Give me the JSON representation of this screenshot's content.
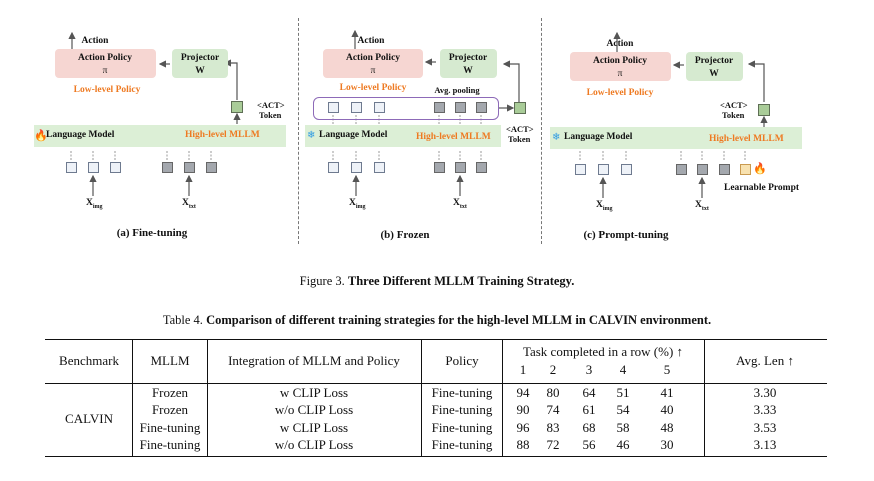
{
  "figure": {
    "panels": [
      {
        "id": "a",
        "action": "Action",
        "action_policy": "Action Policy",
        "pi": "π",
        "projector": "Projector",
        "w": "W",
        "low_level": "Low-level Policy",
        "act_token": "<ACT>",
        "token": "Token",
        "language_model": "Language Model",
        "high_level": "High-level MLLM",
        "x_img": "X",
        "x_img_sub": "img",
        "x_txt": "X",
        "x_txt_sub": "txt",
        "caption": "(a) Fine-tuning",
        "lm_state_icon": "fire-icon"
      },
      {
        "id": "b",
        "action": "Action",
        "action_policy": "Action Policy",
        "pi": "π",
        "projector": "Projector",
        "w": "W",
        "low_level": "Low-level Policy",
        "avg_pooling": "Avg. pooling",
        "act_token": "<ACT>",
        "token": "Token",
        "language_model": "Language Model",
        "high_level": "High-level MLLM",
        "x_img": "X",
        "x_img_sub": "img",
        "x_txt": "X",
        "x_txt_sub": "txt",
        "caption": "(b) Frozen",
        "lm_state_icon": "snowflake-icon"
      },
      {
        "id": "c",
        "action": "Action",
        "action_policy": "Action Policy",
        "pi": "π",
        "projector": "Projector",
        "w": "W",
        "low_level": "Low-level Policy",
        "act_token": "<ACT>",
        "token": "Token",
        "language_model": "Language Model",
        "high_level": "High-level MLLM",
        "x_img": "X",
        "x_img_sub": "img",
        "x_txt": "X",
        "x_txt_sub": "txt",
        "learnable_prompt": "Learnable Prompt",
        "caption": "(c) Prompt-tuning",
        "lm_state_icon": "snowflake-icon"
      }
    ],
    "caption_prefix": "Figure 3.",
    "caption_text": "Three Different MLLM Training Strategy."
  },
  "table": {
    "caption_prefix": "Table 4.",
    "caption_text": "Comparison of different training strategies for the high-level MLLM in CALVIN environment.",
    "headers": {
      "benchmark": "Benchmark",
      "mllm": "MLLM",
      "integration": "Integration of MLLM and Policy",
      "policy": "Policy",
      "task_completed": "Task completed in a row (%) ↑",
      "task_cols": [
        "1",
        "2",
        "3",
        "4",
        "5"
      ],
      "avg_len": "Avg. Len ↑"
    },
    "benchmark_value": "CALVIN",
    "rows": [
      {
        "mllm": "Frozen",
        "integration": "w CLIP Loss",
        "policy": "Fine-tuning",
        "tasks": [
          "94",
          "80",
          "64",
          "51",
          "41"
        ],
        "avg_len": "3.30"
      },
      {
        "mllm": "Frozen",
        "integration": "w/o CLIP Loss",
        "policy": "Fine-tuning",
        "tasks": [
          "90",
          "74",
          "61",
          "54",
          "40"
        ],
        "avg_len": "3.33"
      },
      {
        "mllm": "Fine-tuning",
        "integration": "w CLIP Loss",
        "policy": "Fine-tuning",
        "tasks": [
          "96",
          "83",
          "68",
          "58",
          "48"
        ],
        "avg_len": "3.53"
      },
      {
        "mllm": "Fine-tuning",
        "integration": "w/o CLIP Loss",
        "policy": "Fine-tuning",
        "tasks": [
          "88",
          "72",
          "56",
          "46",
          "30"
        ],
        "avg_len": "3.13"
      }
    ]
  }
}
